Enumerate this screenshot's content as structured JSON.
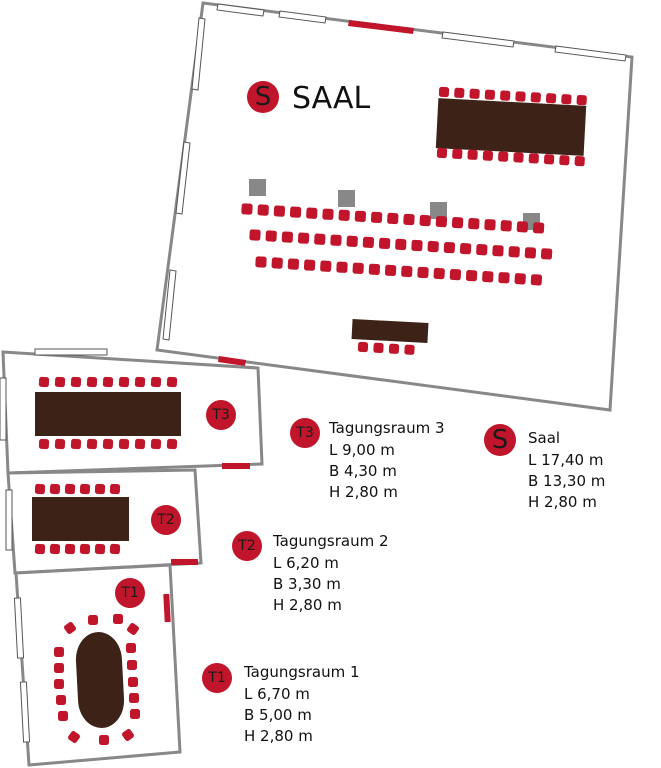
{
  "colors": {
    "accent": "#c0152a",
    "table": "#3d2218",
    "wall": "#888888"
  },
  "saal": {
    "badge": "S",
    "title": "SAAL"
  },
  "rooms": [
    {
      "id": "saal",
      "badge": "S",
      "title": "Saal",
      "length": "L 17,40 m",
      "width": "B 13,30 m",
      "height": "H 2,80 m"
    },
    {
      "id": "t3",
      "badge": "T3",
      "title": "Tagungsraum 3",
      "length": "L 9,00 m",
      "width": "B 4,30 m",
      "height": "H 2,80 m"
    },
    {
      "id": "t2",
      "badge": "T2",
      "title": "Tagungsraum 2",
      "length": "L 6,20 m",
      "width": "B 3,30 m",
      "height": "H 2,80 m"
    },
    {
      "id": "t1",
      "badge": "T1",
      "title": "Tagungsraum 1",
      "length": "L 6,70 m",
      "width": "B 5,00 m",
      "height": "H 2,80 m"
    }
  ],
  "room_badges": {
    "t3": "T3",
    "t2": "T2",
    "t1": "T1"
  }
}
